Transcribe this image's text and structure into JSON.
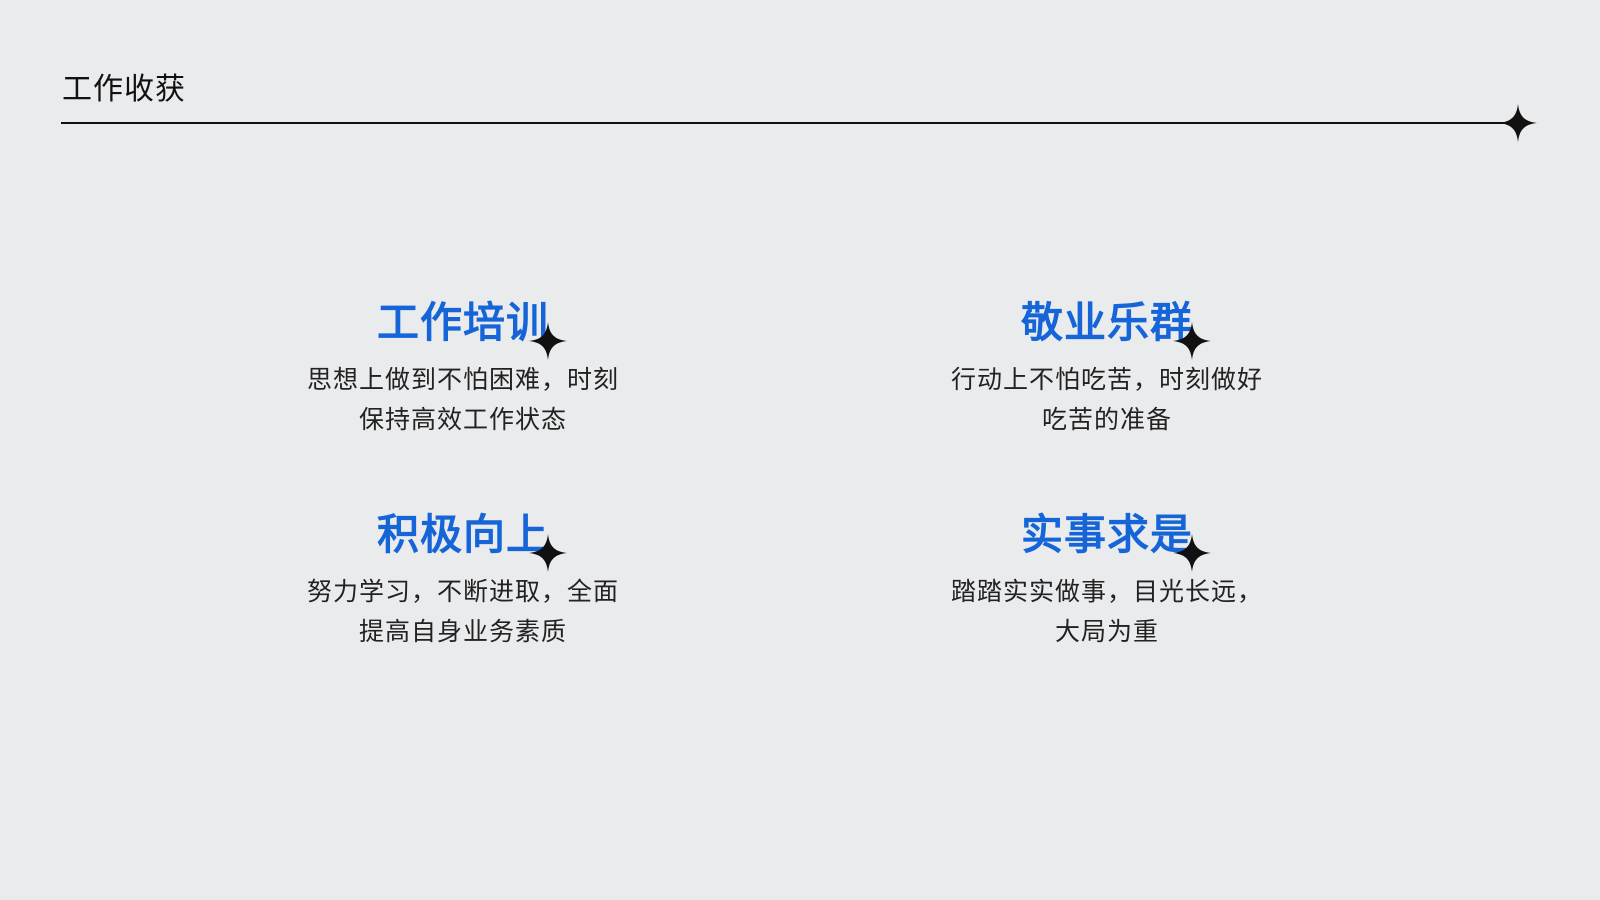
{
  "header": {
    "title": "工作收获"
  },
  "items": [
    {
      "title": "工作培训",
      "desc_lines": [
        "思想上做到不怕困难，时刻",
        "保持高效工作状态"
      ]
    },
    {
      "title": "敬业乐群",
      "desc_lines": [
        "行动上不怕吃苦，时刻做好",
        "吃苦的准备"
      ]
    },
    {
      "title": "积极向上",
      "desc_lines": [
        "努力学习，不断进取，全面",
        "提高自身业务素质"
      ]
    },
    {
      "title": "实事求是",
      "desc_lines": [
        "踏踏实实做事，目光长远，",
        "大局为重"
      ]
    }
  ],
  "icons": {
    "decoration": "four-point-star-icon"
  },
  "colors": {
    "background": "#eaebed",
    "accent": "#1565d8",
    "text": "#222222",
    "rule": "#111111"
  }
}
